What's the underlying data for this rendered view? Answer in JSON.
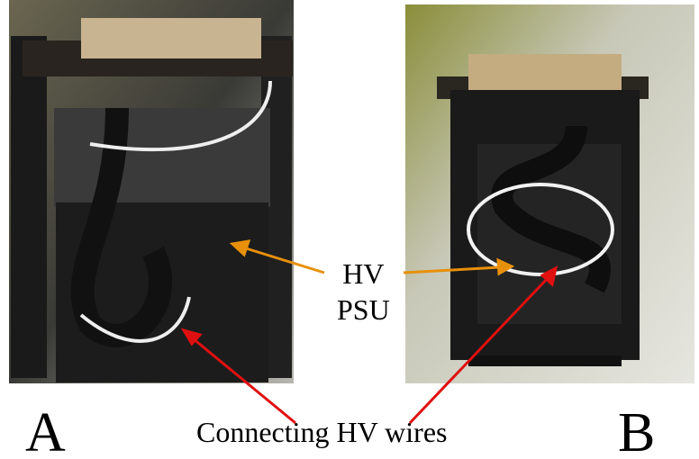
{
  "figure": {
    "panel_a_label": "A",
    "panel_b_label": "B",
    "hv_psu_line1": "HV",
    "hv_psu_line2": "PSU",
    "wires_label": "Connecting HV wires"
  },
  "colors": {
    "psu_arrow": "#e8900a",
    "wire_arrow": "#e01010"
  }
}
